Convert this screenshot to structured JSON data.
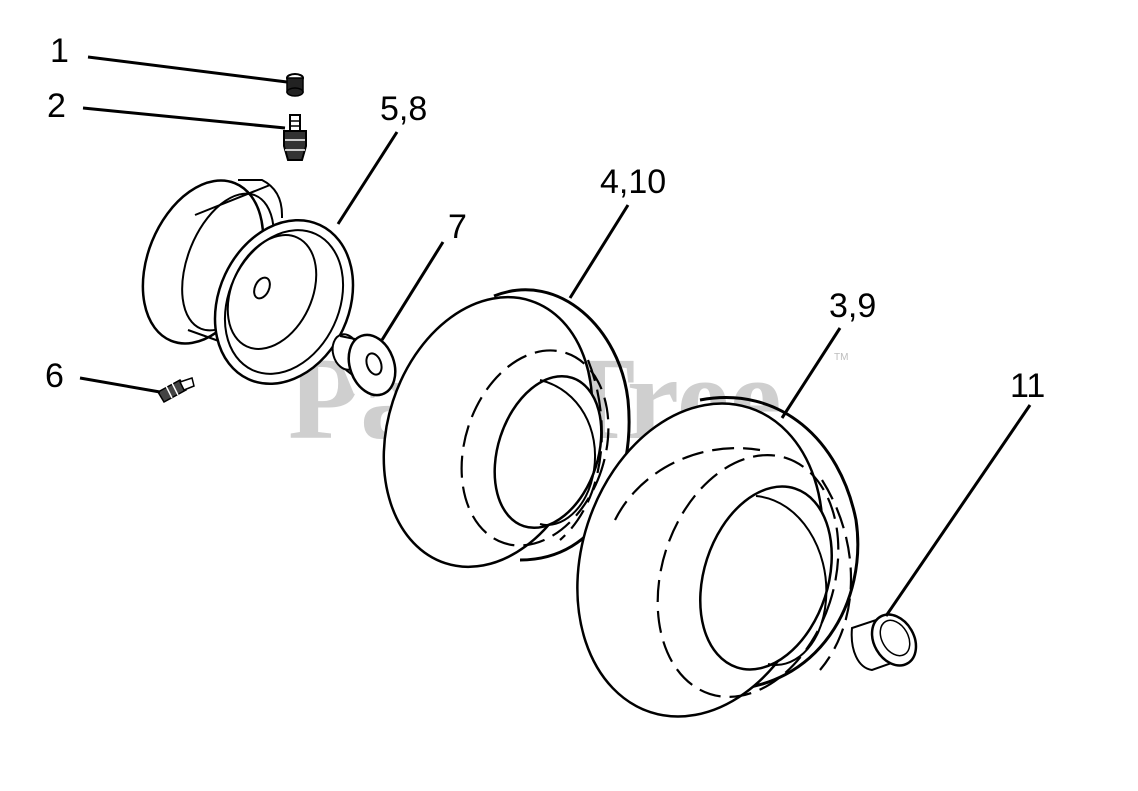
{
  "watermark": {
    "brand": "PartsTree",
    "trademark": "TM"
  },
  "callouts": [
    {
      "id": "wheel-valve-cap",
      "label": "1",
      "part": "valve-cap-icon"
    },
    {
      "id": "wheel-valve-stem",
      "label": "2",
      "part": "valve-stem-icon"
    },
    {
      "id": "rim",
      "label": "5,8",
      "part": "wheel-rim-icon"
    },
    {
      "id": "grease-fitting",
      "label": "6",
      "part": "grease-fitting-icon"
    },
    {
      "id": "bushing",
      "label": "7",
      "part": "flanged-bushing-icon"
    },
    {
      "id": "tire-front",
      "label": "4,10",
      "part": "tire-icon"
    },
    {
      "id": "tire-rear",
      "label": "3,9",
      "part": "tire-icon"
    },
    {
      "id": "hub-cap",
      "label": "11",
      "part": "hub-cap-icon"
    }
  ]
}
